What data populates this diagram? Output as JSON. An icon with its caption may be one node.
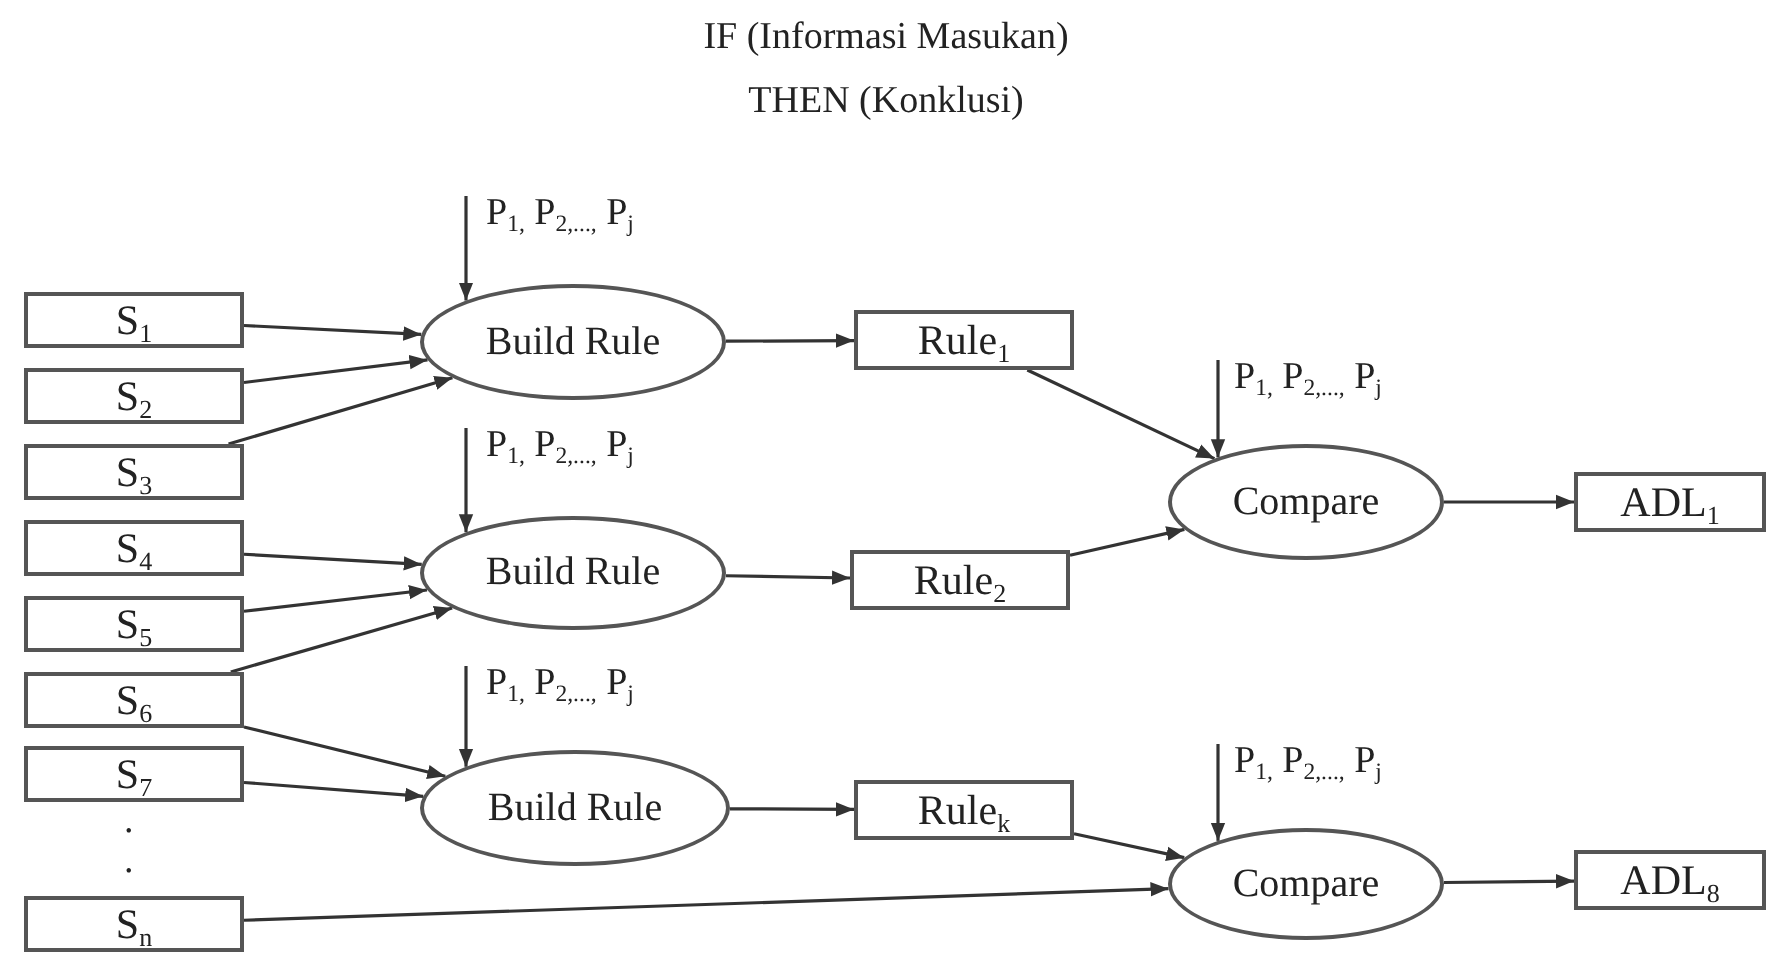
{
  "diagram": {
    "nodes": [
      {
        "text": [
          "S$_{1}$"
        ]
      },
      {
        "text": [
          "S$_{2}$"
        ]
      },
      {
        "text": [
          "S$_{3}$"
        ]
      },
      {
        "text": [
          "S$_{4}$"
        ]
      },
      {
        "text": [
          "S$_{5}$"
        ]
      },
      {
        "text": [
          "S$_{6}$"
        ]
      },
      {
        "text": [
          "S$_{7}$"
        ]
      },
      {
        "text": [
          "S$_{n}$"
        ]
      },
      {
        "text": [
          "Build Rule"
        ]
      },
      {
        "text": [
          "Build Rule"
        ]
      },
      {
        "text": [
          "Build Rule"
        ]
      },
      {
        "text": [
          "Rule$_{1}$"
        ]
      },
      {
        "text": [
          "Rule$_{2}$"
        ]
      },
      {
        "text": [
          "Rule$_{k}$"
        ]
      },
      {
        "text": [
          "Compare"
        ]
      },
      {
        "text": [
          "Compare"
        ]
      },
      {
        "text": [
          "ADL$_{1}$"
        ]
      },
      {
        "text": [
          "ADL$_{8}$"
        ]
      }
    ],
    "edges": [
      {
        "from": 0,
        "to": 8,
        "arrow": "to"
      },
      {
        "from": 1,
        "to": 8,
        "arrow": "to"
      },
      {
        "from": 2,
        "to": 8,
        "arrow": "to"
      },
      {
        "from": 3,
        "to": 9,
        "arrow": "to"
      },
      {
        "from": 4,
        "to": 9,
        "arrow": "to"
      },
      {
        "from": 5,
        "to": 9,
        "arrow": "to"
      },
      {
        "from": 5,
        "to": 10,
        "arrow": "to"
      },
      {
        "from": 6,
        "to": 10,
        "arrow": "to"
      },
      {
        "from": 8,
        "to": 11,
        "arrow": "to"
      },
      {
        "from": 9,
        "to": 12,
        "arrow": "to"
      },
      {
        "from": 10,
        "to": 13,
        "arrow": "to"
      },
      {
        "from": 11,
        "to": 14,
        "arrow": "to"
      },
      {
        "from": 12,
        "to": 14,
        "arrow": "to"
      },
      {
        "from": 13,
        "to": 15,
        "arrow": "to"
      },
      {
        "from": 7,
        "to": 15,
        "arrow": "to"
      },
      {
        "from": 14,
        "to": 16,
        "arrow": "to"
      },
      {
        "from": 15,
        "to": 17,
        "arrow": "to"
      },
      {
        "from": null,
        "to": 8,
        "arrow": "to"
      },
      {
        "from": null,
        "to": 9,
        "arrow": "to"
      },
      {
        "from": null,
        "to": 10,
        "arrow": "to"
      },
      {
        "from": null,
        "to": 14,
        "arrow": "to"
      },
      {
        "from": null,
        "to": 15,
        "arrow": "to"
      }
    ],
    "labels": [
      "IF (Informasi Masukan)",
      "THEN (Konklusi)",
      "P$_{1,}$ P$_{2,...,}$ P$_{j}$",
      "P$_{1,}$ P$_{2,...,}$ P$_{j}$",
      "P$_{1,}$ P$_{2,...,}$ P$_{j}$",
      "P$_{1,}$ P$_{2,...,}$ P$_{j}$",
      "P$_{1,}$ P$_{2,...,}$ P$_{j}$",
      ".",
      "."
    ]
  }
}
